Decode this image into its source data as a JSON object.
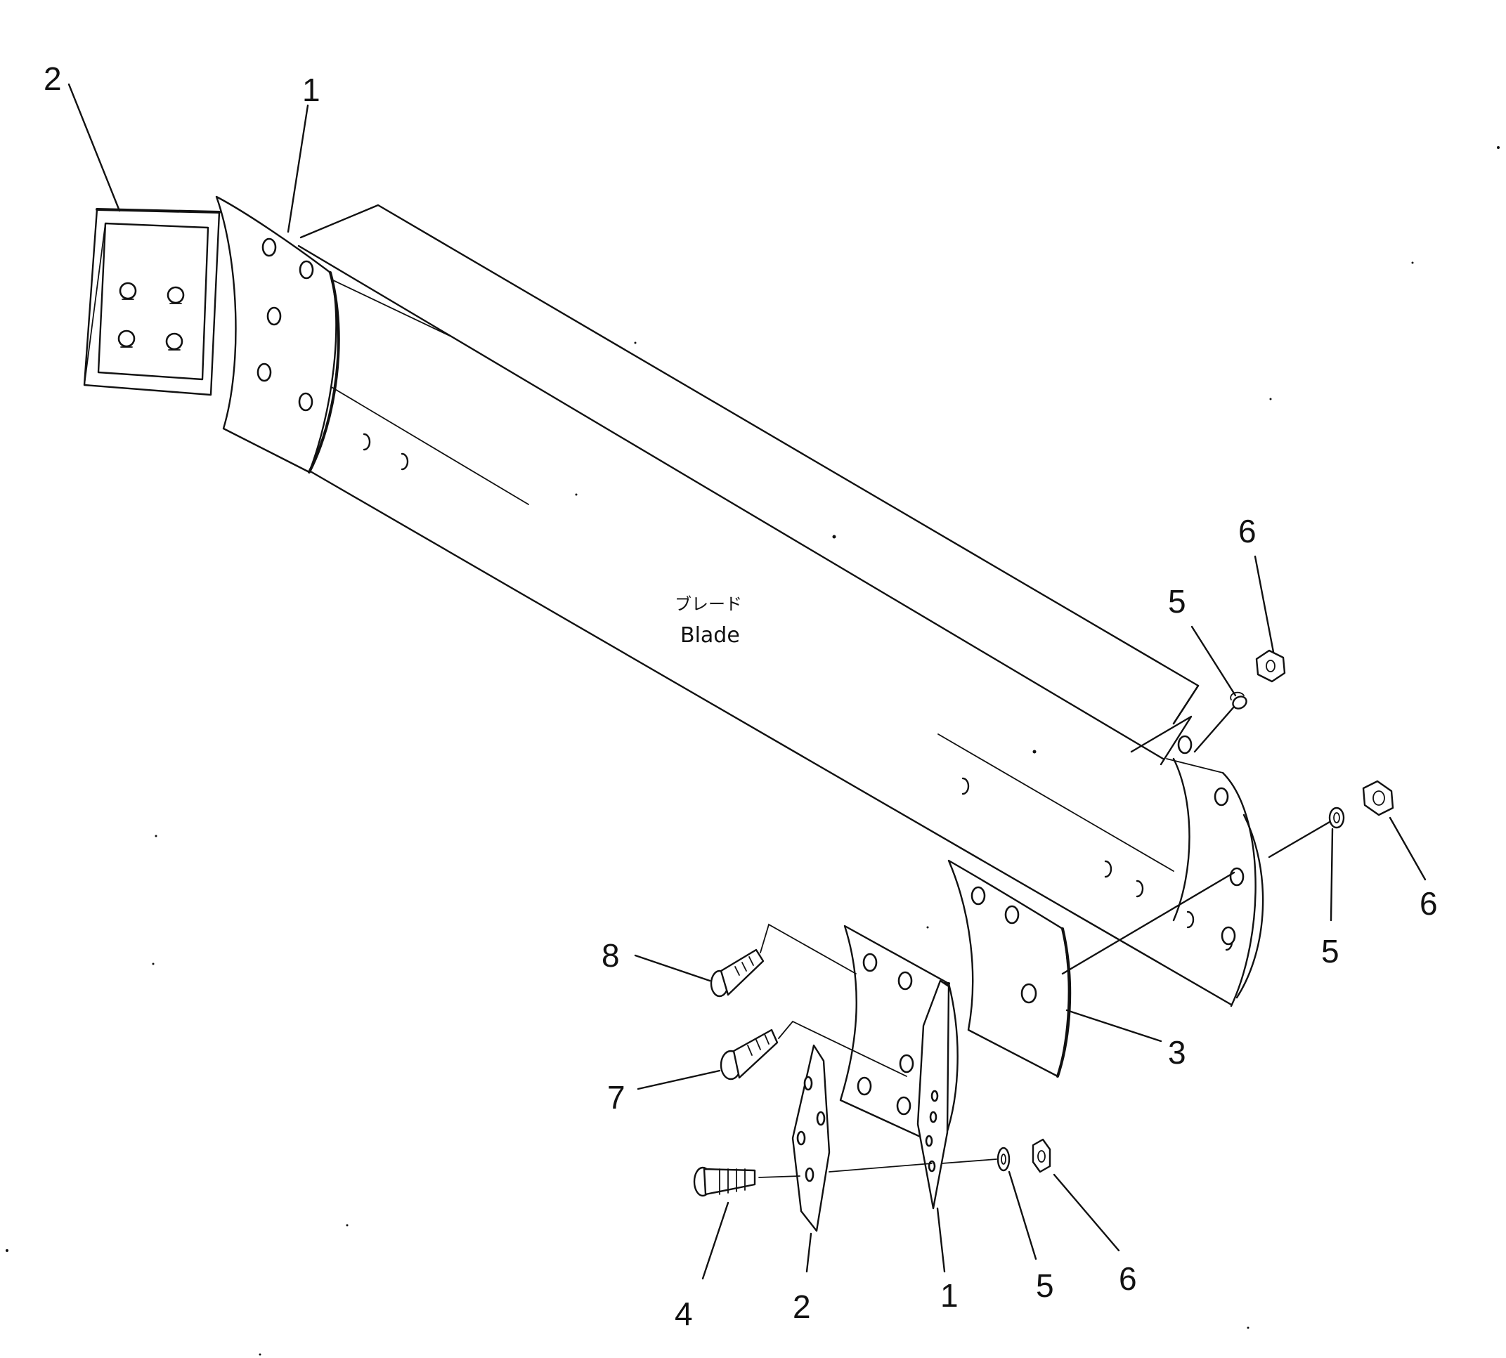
{
  "blade": {
    "label_jp": "ブレード",
    "label_en": "Blade"
  },
  "callouts": [
    {
      "id": "c-2-top",
      "text": "2"
    },
    {
      "id": "c-1-top",
      "text": "1"
    },
    {
      "id": "c-6-a",
      "text": "6"
    },
    {
      "id": "c-5-a",
      "text": "5"
    },
    {
      "id": "c-6-b",
      "text": "6"
    },
    {
      "id": "c-5-b",
      "text": "5"
    },
    {
      "id": "c-8",
      "text": "8"
    },
    {
      "id": "c-3",
      "text": "3"
    },
    {
      "id": "c-7",
      "text": "7"
    },
    {
      "id": "c-4",
      "text": "4"
    },
    {
      "id": "c-2-bot",
      "text": "2"
    },
    {
      "id": "c-1-bot",
      "text": "1"
    },
    {
      "id": "c-5-c",
      "text": "5"
    },
    {
      "id": "c-6-c",
      "text": "6"
    }
  ]
}
